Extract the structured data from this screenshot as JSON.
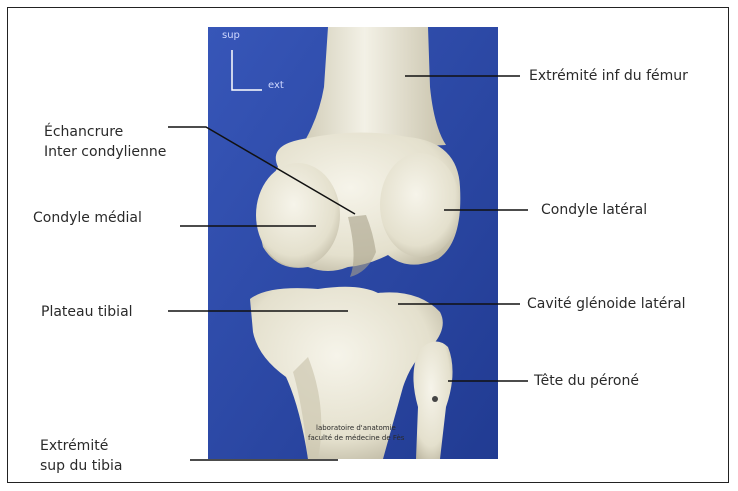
{
  "orientation": {
    "superior": "sup",
    "exterior": "ext"
  },
  "plaque": {
    "line1": "laboratoire d'anatomie",
    "line2": "faculté de médecine de Fès"
  },
  "labels": {
    "femur_lower_end": "Extrémité inf du fémur",
    "intercondylar_notch": "Échancrure\nInter condylienne",
    "medial_condyle": "Condyle médial",
    "lateral_condyle": "Condyle latéral",
    "tibial_plateau": "Plateau tibial",
    "lateral_glenoid_cavity": "Cavité glénoide latéral",
    "fibula_head": "Tête du péroné",
    "tibia_upper_end": "Extrémité\nsup du tibia"
  },
  "colors": {
    "background": "#2c4aa8",
    "bone": "#e9e6d6",
    "bone_shadow": "#b8b4a2",
    "text": "#2a2a2a",
    "leader": "#111111"
  }
}
